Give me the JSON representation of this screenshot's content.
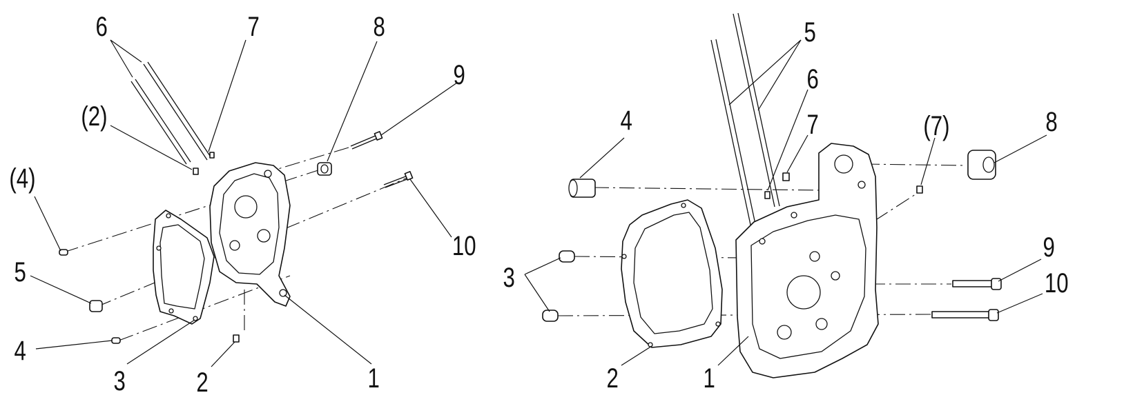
{
  "colors": {
    "ink": "#111111",
    "background": "#ffffff"
  },
  "left_view": {
    "labels": {
      "l6": "6",
      "l7": "7",
      "l8": "8",
      "l9": "9",
      "l2p": "(2)",
      "l4p": "(4)",
      "l5": "5",
      "l4": "4",
      "l3": "3",
      "l2": "2",
      "l1": "1",
      "l10": "10"
    }
  },
  "right_view": {
    "labels": {
      "r5": "5",
      "r6": "6",
      "r4": "4",
      "r7": "7",
      "r7p": "(7)",
      "r8": "8",
      "r3": "3",
      "r9": "9",
      "r10": "10",
      "r2": "2",
      "r1": "1"
    }
  }
}
